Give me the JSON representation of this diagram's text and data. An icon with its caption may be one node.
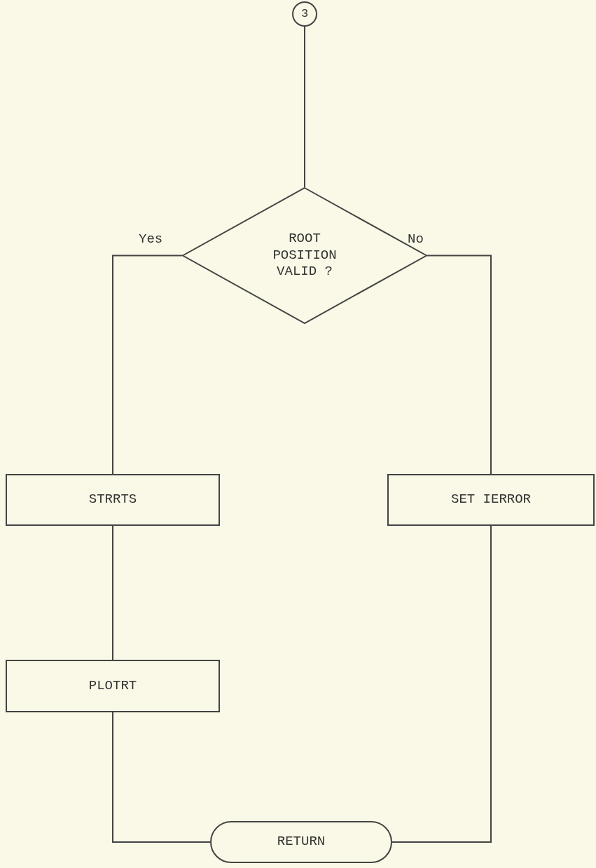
{
  "diagram": {
    "nodes": [
      {
        "text": [
          "3"
        ]
      },
      {
        "text": [
          "ROOT POSITION VALID ?"
        ]
      },
      {
        "text": [
          "STRRTS"
        ]
      },
      {
        "text": [
          "SET IERROR"
        ]
      },
      {
        "text": [
          "PLOTRT"
        ]
      },
      {
        "text": [
          "RETURN"
        ]
      }
    ],
    "edges": [
      {
        "from": 0,
        "to": 1,
        "arrow": "none"
      },
      {
        "from": 1,
        "to": 2,
        "arrow": "none",
        "label": "Yes"
      },
      {
        "from": 1,
        "to": 3,
        "arrow": "none",
        "label": "No"
      },
      {
        "from": 2,
        "to": 4,
        "arrow": "none"
      },
      {
        "from": 4,
        "to": 5,
        "arrow": "none"
      },
      {
        "from": 3,
        "to": 5,
        "arrow": "none"
      }
    ]
  }
}
